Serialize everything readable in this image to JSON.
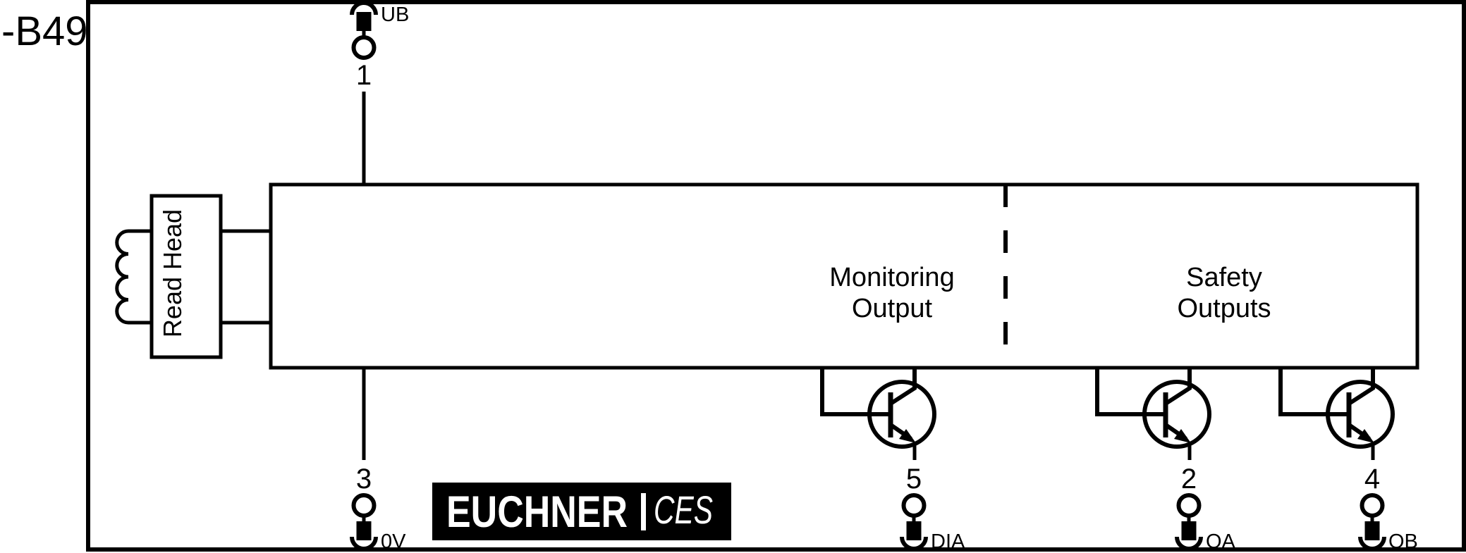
{
  "diagram": {
    "reference": "-B49",
    "background_color": "#ffffff",
    "line_color": "#000000"
  },
  "read_head": {
    "label": "Read Head"
  },
  "sections": {
    "monitoring": {
      "line1": "Monitoring",
      "line2": "Output"
    },
    "safety": {
      "line1": "Safety",
      "line2": "Outputs"
    }
  },
  "pins": {
    "top": {
      "number": "1",
      "label": "UB"
    },
    "bottom": [
      {
        "number": "3",
        "label": "0V"
      },
      {
        "number": "5",
        "label": "DIA"
      },
      {
        "number": "2",
        "label": "OA"
      },
      {
        "number": "4",
        "label": "OB"
      }
    ]
  },
  "logo": {
    "brand": "EUCHNER",
    "series": "CES",
    "background_color": "#000000",
    "text_color": "#ffffff"
  }
}
